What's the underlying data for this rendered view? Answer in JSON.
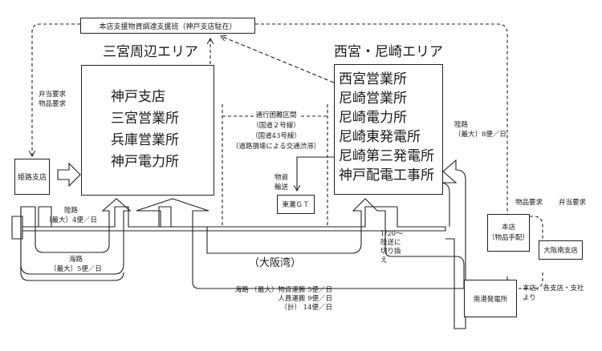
{
  "top_box": {
    "label": "本店支援物資調達支援班（神戸支店駐在）"
  },
  "areas": [
    {
      "title": "三宮周辺エリア",
      "offices": [
        "神戸支店",
        "三宮営業所",
        "兵庫営業所",
        "神戸電力所"
      ]
    },
    {
      "title": "西宮・尼崎エリア",
      "offices": [
        "西宮営業所",
        "尼崎営業所",
        "尼崎電力所",
        "尼崎東発電所",
        "尼崎第三発電所",
        "神戸配電工事所"
      ]
    }
  ],
  "nodes": {
    "himeji": "姫路支店",
    "higashinada": "東灘ＧＴ",
    "honten": [
      "本店",
      "（物品手配）"
    ],
    "osaka_minami": "大阪南支店",
    "nanko": "南港発電所"
  },
  "labels": {
    "left_requests": [
      "弁当要求",
      "物品要求"
    ],
    "congestion": [
      "通行困難区間",
      "（国道２号線）",
      "（国道43号線）",
      "〔道路損壊による交通渋滞〕"
    ],
    "supply_transport": [
      "物資",
      "輸送"
    ],
    "land_left": [
      "陸路",
      "〔最大〕4便／日"
    ],
    "sea_left": [
      "海路",
      "〔最大〕5便／日"
    ],
    "land_right": [
      "陸路",
      "〔最大〕8便／日"
    ],
    "goods_request": "物品要求",
    "bento_request": "弁当要求",
    "switch": [
      "1/20～",
      "陸送に",
      "切り換",
      "え"
    ],
    "bay": "（大阪湾）",
    "sea_main": [
      "海路 〔最大〕物資運搬 5便／日",
      "人員運搬 9便／日",
      "（計） 14便／日"
    ],
    "from_branches": [
      "本店、各支店・支社",
      "より"
    ]
  },
  "colors": {
    "line": "#222222",
    "background": "#ffffff"
  }
}
